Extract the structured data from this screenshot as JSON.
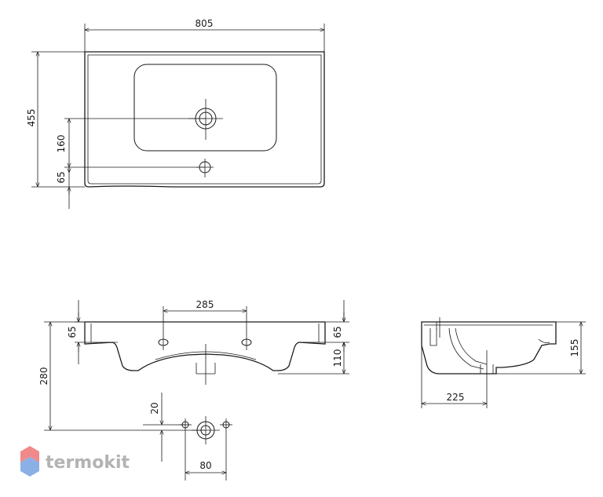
{
  "top_view": {
    "width": "805",
    "depth": "455",
    "tap_to_drain": "160",
    "drain_to_edge": "65"
  },
  "front_view": {
    "tap_hole_spacing": "285",
    "left_rim": "65",
    "right_rim": "65",
    "bowl_depth": "110",
    "overall_height": "280",
    "drain_offset": "20",
    "fixing_spacing": "80"
  },
  "side_view": {
    "height": "155",
    "depth": "225"
  },
  "brand": {
    "name": "termokit",
    "colors": {
      "top": "#f08a8a",
      "bottom": "#8ab0e6",
      "text": "#b3b3b3"
    }
  }
}
